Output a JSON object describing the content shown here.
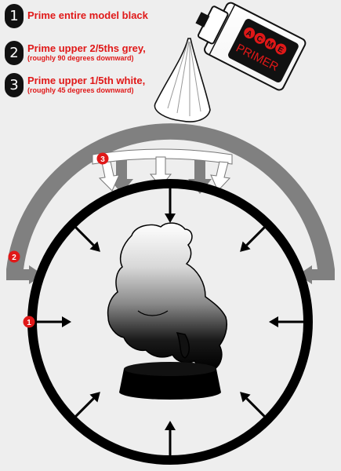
{
  "steps": [
    {
      "number": "1",
      "text": "Prime entire model black",
      "detail": ""
    },
    {
      "number": "2",
      "text": "Prime upper 2/5ths grey,",
      "detail": "(roughly 90 degrees downward)"
    },
    {
      "number": "3",
      "text": "Prime upper 1/5th white,",
      "detail": "(roughly 45 degrees downward)"
    }
  ],
  "spray_can": {
    "brand_letters": [
      "A",
      "C",
      "M",
      "E"
    ],
    "label": "PRIMER"
  },
  "markers": {
    "black": "1",
    "grey": "2",
    "white": "3"
  },
  "colors": {
    "text_red": "#e01818",
    "black_layer": "#000000",
    "grey_layer": "#808080",
    "white_layer": "#ffffff",
    "background": "#eeeeee"
  }
}
